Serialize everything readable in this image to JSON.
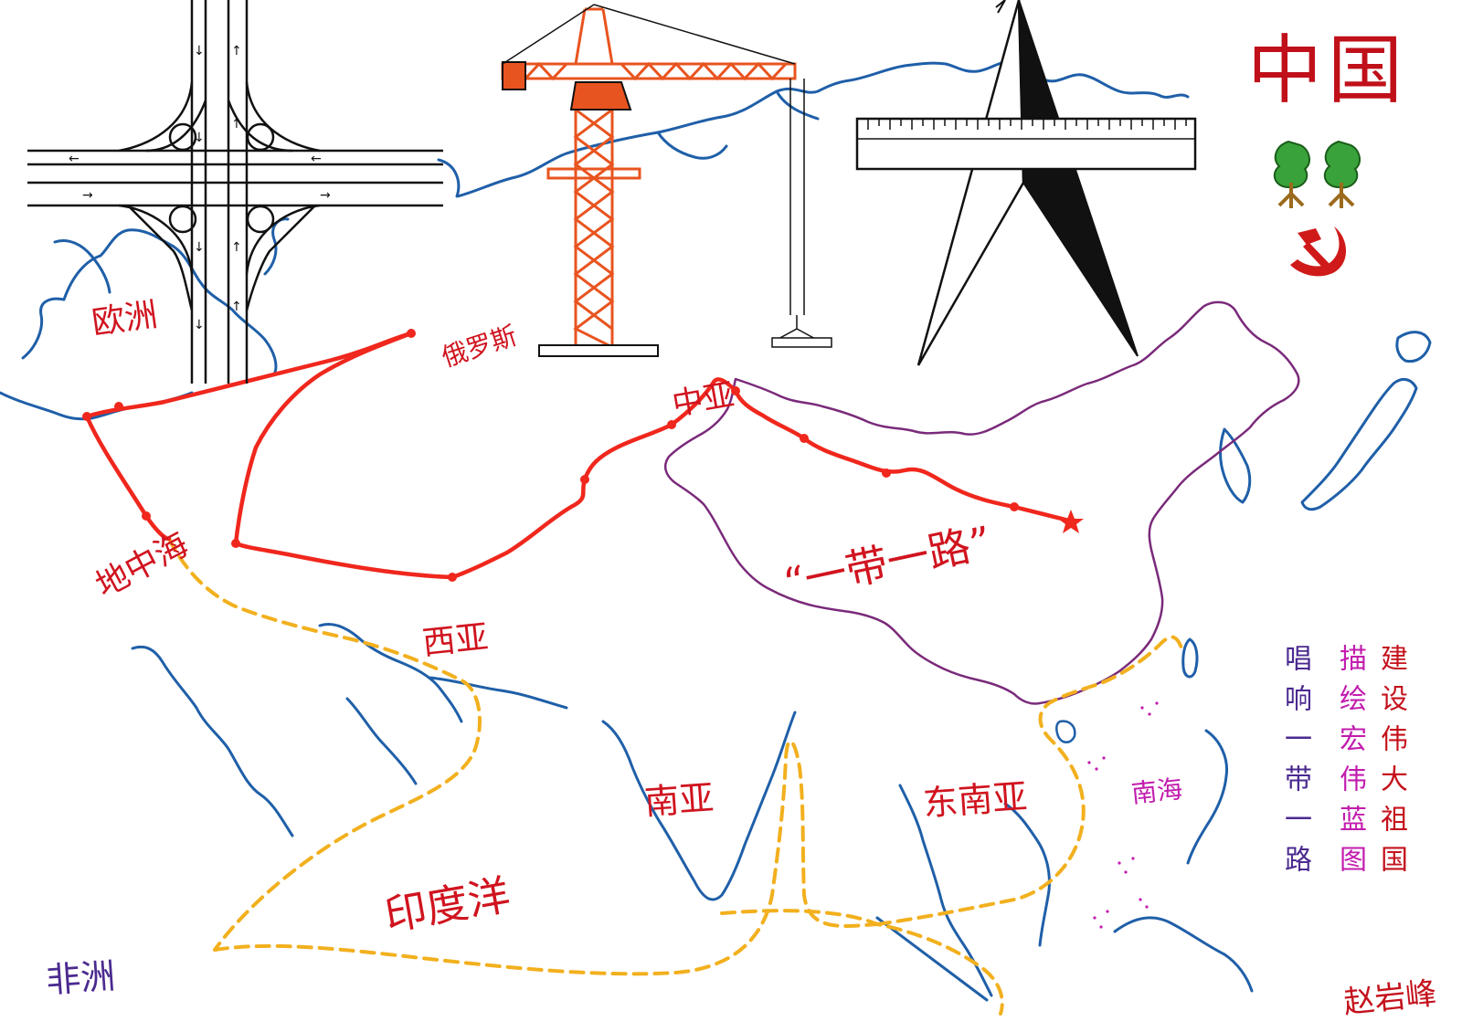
{
  "title": "中国",
  "slogan": "“一带一路”",
  "regions": {
    "europe": "欧洲",
    "russia": "俄罗斯",
    "central_asia": "中亚",
    "mediterranean": "地中海",
    "west_asia": "西亚",
    "south_asia": "南亚",
    "southeast_asia": "东南亚",
    "indian_ocean": "印度洋",
    "south_sea": "南海",
    "africa": "非洲"
  },
  "verses": {
    "col1": "建设伟大祖国",
    "col2": "描绘宏伟蓝图",
    "col3": "唱响一带一路"
  },
  "signature": "赵岩峰",
  "colors": {
    "coast_blue": "#1f5fa8",
    "china_border_purple": "#7a2a7a",
    "land_route_red": "#f0271d",
    "sea_route_yellow": "#f2b01e",
    "crane_orange": "#e8541f",
    "title_red": "#c0101a",
    "verse_red": "#c4121c",
    "verse_magenta": "#c21cae",
    "verse_purple": "#4b2a8f"
  },
  "icons": [
    "highway-interchange-icon",
    "tower-crane-icon",
    "compass-north-icon",
    "ruler-icon",
    "tree-icon",
    "hammer-sickle-icon",
    "star-icon"
  ]
}
